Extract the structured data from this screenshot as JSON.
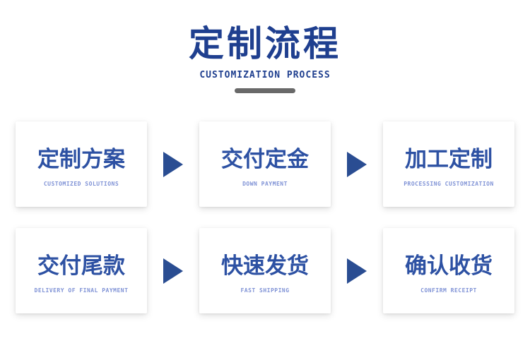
{
  "header": {
    "title": "定制流程",
    "subtitle": "CUSTOMIZATION PROCESS"
  },
  "colors": {
    "title_blue": "#1f3f8f",
    "step_text_blue": "#2d51a3",
    "step_subtext_blue": "#8093d6",
    "arrow_blue": "#2a4d92",
    "divider_gray": "#696969",
    "card_bg": "#ffffff"
  },
  "icons": {
    "arrow": "arrow-right-icon"
  },
  "steps": [
    {
      "label": "定制方案",
      "sublabel": "CUSTOMIZED SOLUTIONS"
    },
    {
      "label": "交付定金",
      "sublabel": "DOWN PAYMENT"
    },
    {
      "label": "加工定制",
      "sublabel": "PROCESSING CUSTOMIZATION"
    },
    {
      "label": "交付尾款",
      "sublabel": "DELIVERY OF FINAL PAYMENT"
    },
    {
      "label": "快速发货",
      "sublabel": "FAST SHIPPING"
    },
    {
      "label": "确认收货",
      "sublabel": "CONFIRM RECEIPT"
    }
  ]
}
